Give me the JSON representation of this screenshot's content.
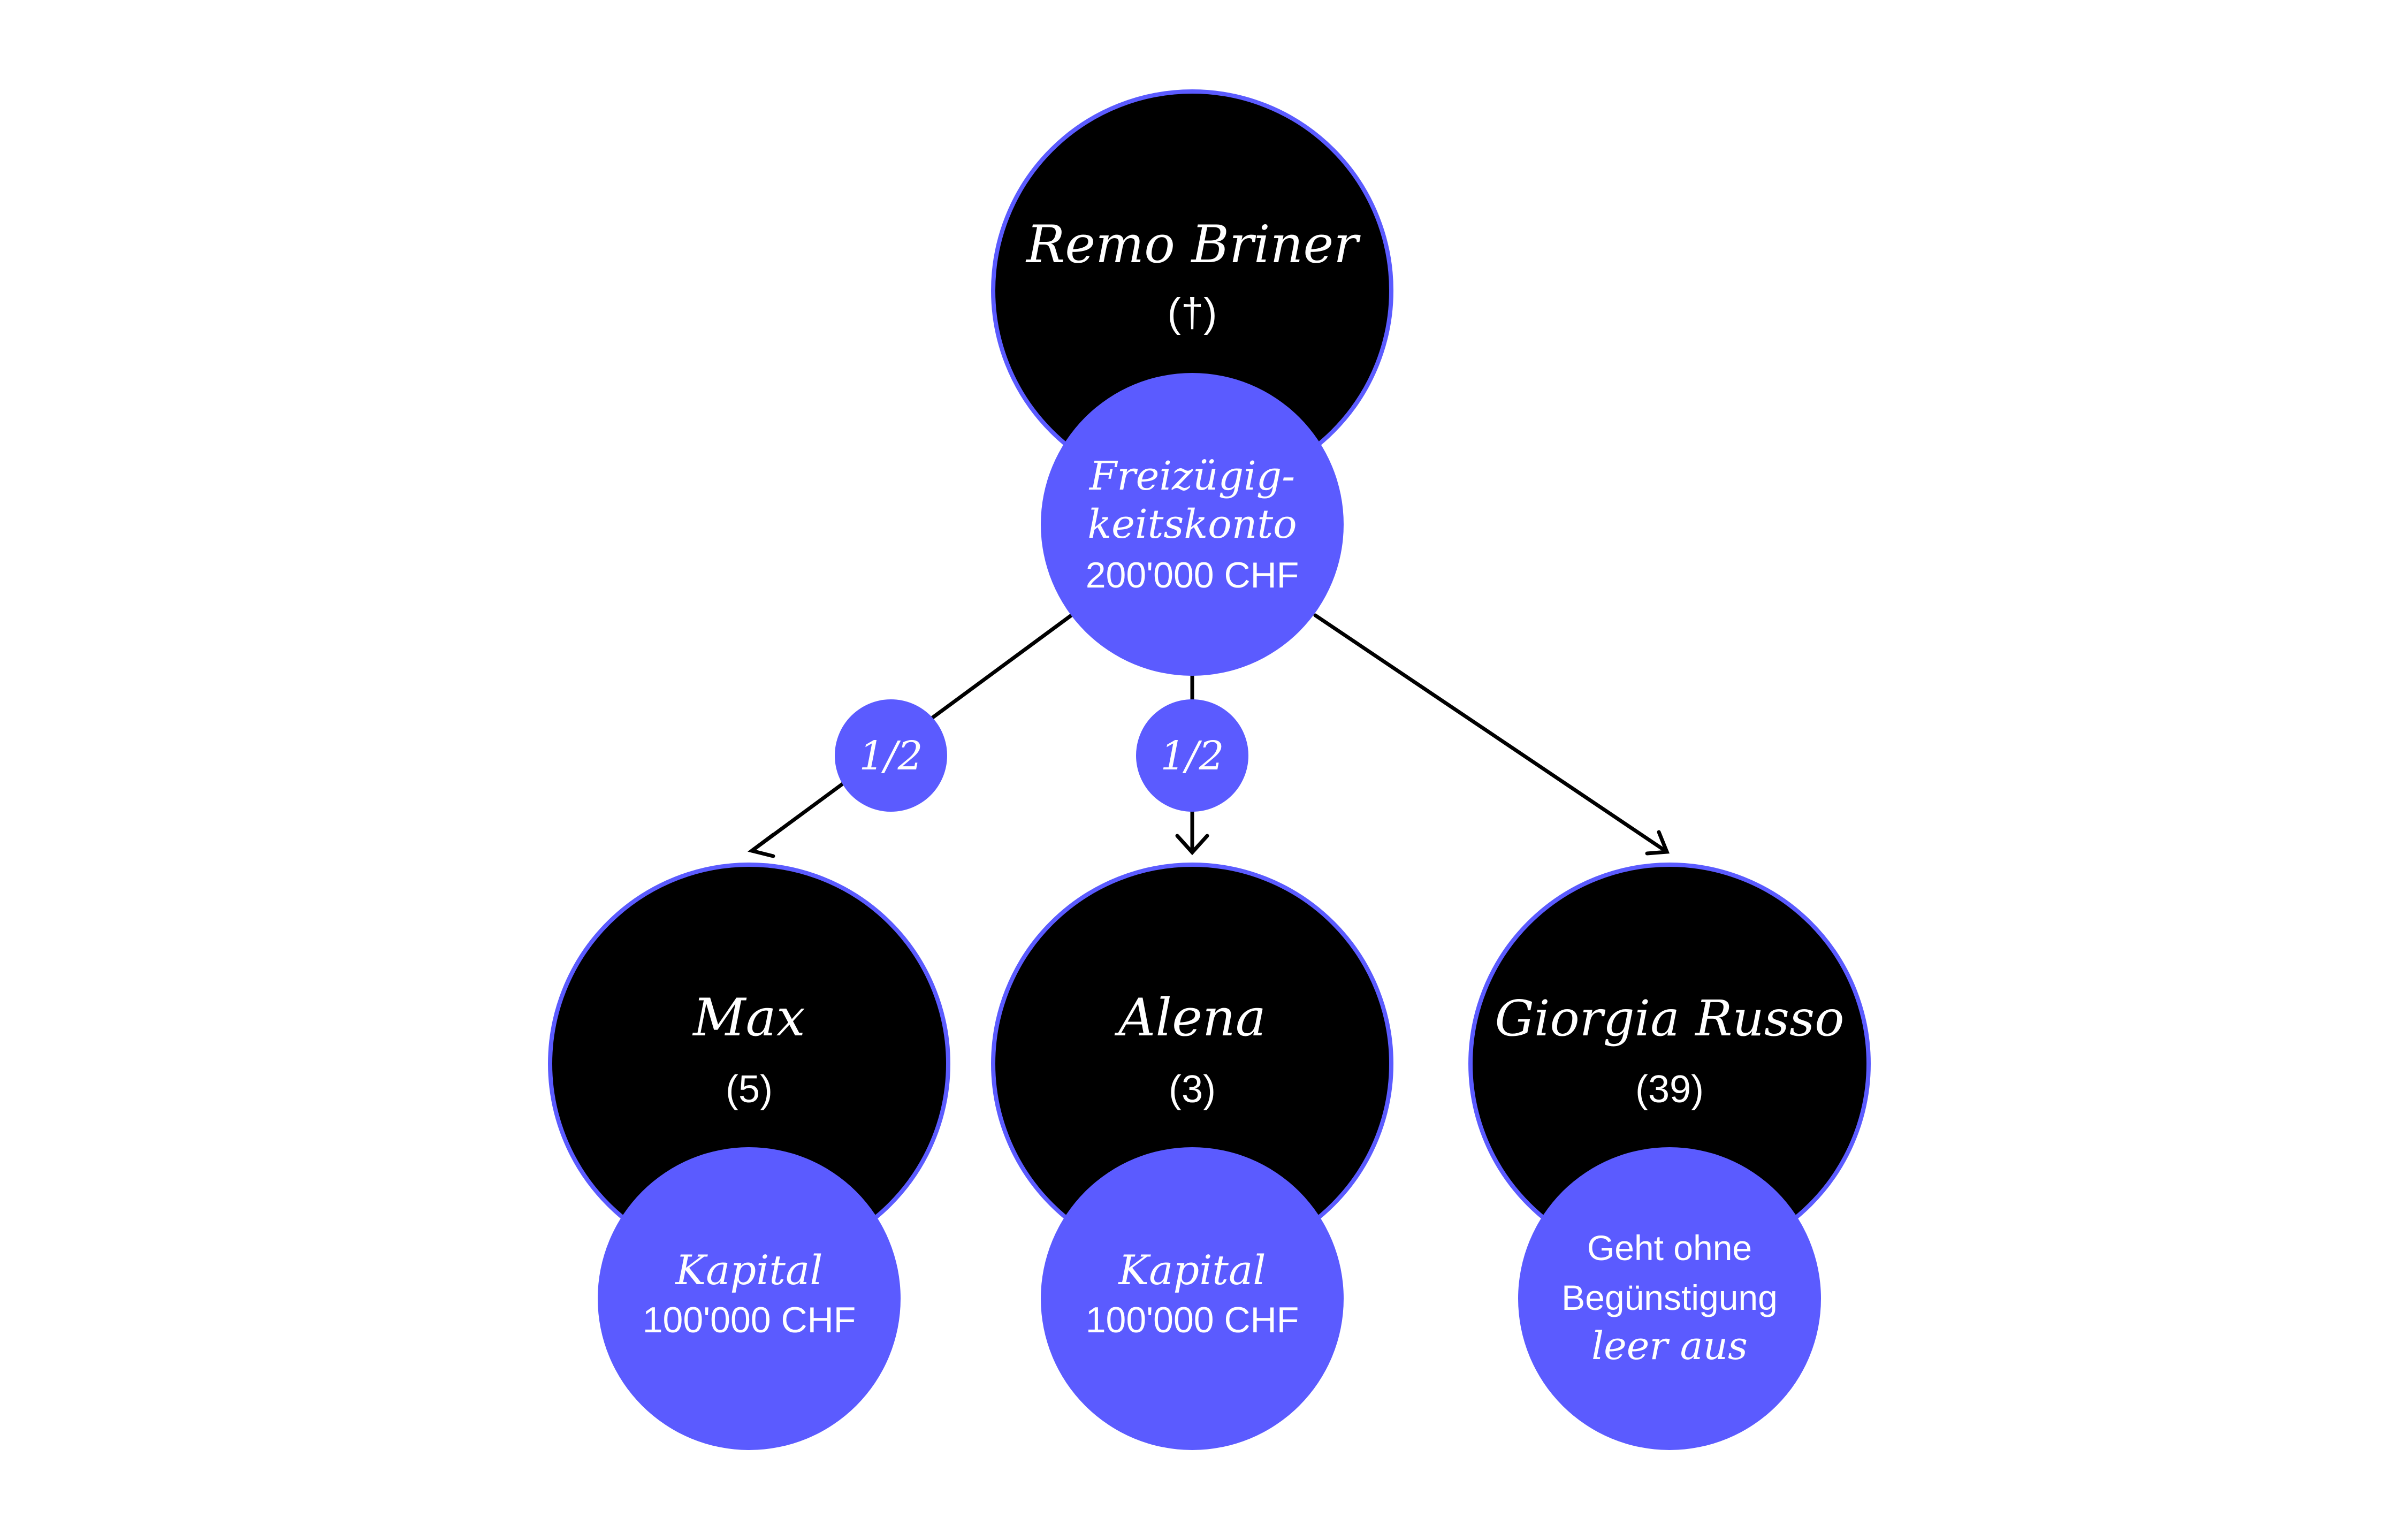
{
  "colors": {
    "accent": "#5b5bff",
    "node_fill": "#000000",
    "text_light": "#ffffff",
    "line": "#000000",
    "background": "#ffffff"
  },
  "root": {
    "name": "Remo Briner",
    "note": "(†)",
    "account_line1": "Freizügig-",
    "account_line2": "keitskonto",
    "account_amount": "200'000 CHF"
  },
  "shares": {
    "max": "1/2",
    "alena": "1/2"
  },
  "beneficiaries": {
    "max": {
      "name": "Max",
      "age": "(5)",
      "benefit_title": "Kapital",
      "benefit_amount": "100'000 CHF"
    },
    "alena": {
      "name": "Alena",
      "age": "(3)",
      "benefit_title": "Kapital",
      "benefit_amount": "100'000 CHF"
    },
    "giorgia": {
      "name": "Giorgia Russo",
      "age": "(39)",
      "benefit_line1": "Geht ohne",
      "benefit_line2": "Begünstigung",
      "benefit_line3": "leer aus"
    }
  }
}
